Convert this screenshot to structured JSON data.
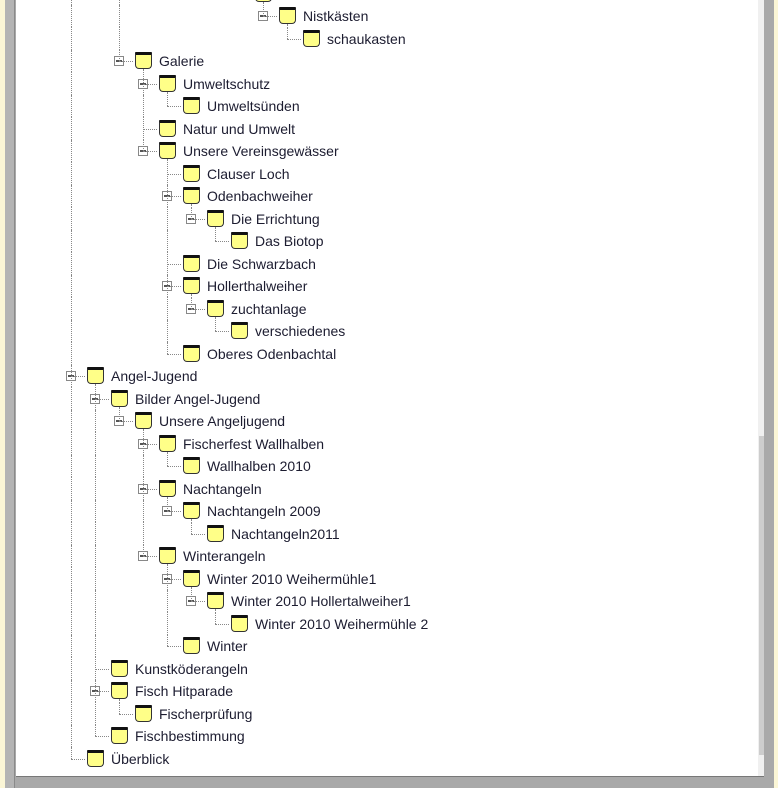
{
  "tree": {
    "items": [
      {
        "label": "",
        "level": 7,
        "expanded": true
      },
      {
        "label": "Nistkästen",
        "level": 8,
        "expanded": true
      },
      {
        "label": "schaukasten",
        "level": 9
      },
      {
        "label": "Galerie",
        "level": 2,
        "expanded": true
      },
      {
        "label": "Umweltschutz",
        "level": 3,
        "expanded": true
      },
      {
        "label": "Umweltsünden",
        "level": 4
      },
      {
        "label": "Natur und Umwelt",
        "level": 3
      },
      {
        "label": "Unsere Vereinsgewässer",
        "level": 3,
        "expanded": true
      },
      {
        "label": "Clauser Loch",
        "level": 4
      },
      {
        "label": "Odenbachweiher",
        "level": 4,
        "expanded": true
      },
      {
        "label": "Die Errichtung",
        "level": 5,
        "expanded": true
      },
      {
        "label": "Das Biotop",
        "level": 6
      },
      {
        "label": "Die Schwarzbach",
        "level": 4
      },
      {
        "label": "Hollerthalweiher",
        "level": 4,
        "expanded": true
      },
      {
        "label": "zuchtanlage",
        "level": 5,
        "expanded": true
      },
      {
        "label": "verschiedenes",
        "level": 6
      },
      {
        "label": "Oberes Odenbachtal",
        "level": 4
      },
      {
        "label": "Angel-Jugend",
        "level": 0,
        "expanded": true
      },
      {
        "label": "Bilder Angel-Jugend",
        "level": 1,
        "expanded": true
      },
      {
        "label": "Unsere Angeljugend",
        "level": 2,
        "expanded": true
      },
      {
        "label": "Fischerfest Wallhalben",
        "level": 3,
        "expanded": true
      },
      {
        "label": "Wallhalben 2010",
        "level": 4
      },
      {
        "label": "Nachtangeln",
        "level": 3,
        "expanded": true
      },
      {
        "label": "Nachtangeln 2009",
        "level": 4,
        "expanded": true
      },
      {
        "label": "Nachtangeln2011",
        "level": 5
      },
      {
        "label": "Winterangeln",
        "level": 3,
        "expanded": true
      },
      {
        "label": "Winter 2010 Weihermühle1",
        "level": 4,
        "expanded": true
      },
      {
        "label": "Winter 2010 Hollertalweiher1",
        "level": 5,
        "expanded": true
      },
      {
        "label": "Winter 2010 Weihermühle 2",
        "level": 6
      },
      {
        "label": "Winter",
        "level": 4
      },
      {
        "label": "Kunstköderangeln",
        "level": 1
      },
      {
        "label": "Fisch Hitparade",
        "level": 1,
        "expanded": true
      },
      {
        "label": "Fischerprüfung",
        "level": 2
      },
      {
        "label": "Fischbestimmung",
        "level": 1
      },
      {
        "label": "Überblick",
        "level": 0
      }
    ]
  },
  "scrollbar": {
    "position_fraction": 0.58,
    "visible_fraction": 0.41,
    "down_arrow": "chevron-down-icon"
  },
  "colors": {
    "folder": "#ffff88",
    "text": "#1c1c30"
  }
}
